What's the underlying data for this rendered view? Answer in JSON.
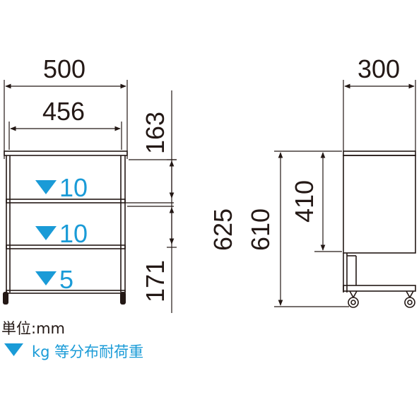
{
  "front_view": {
    "overall_width": "500",
    "inner_width": "456",
    "top_height": "163",
    "bottom_height": "171",
    "shelf_loads": [
      "10",
      "10",
      "5"
    ]
  },
  "side_view": {
    "depth": "300",
    "overall_height": "625",
    "frame_height": "610",
    "cabinet_height": "410"
  },
  "legend": {
    "unit_label": "単位:mm",
    "load_label": "kg 等分布耐荷重"
  },
  "colors": {
    "line": "#231815",
    "accent": "#1a9bd7"
  }
}
